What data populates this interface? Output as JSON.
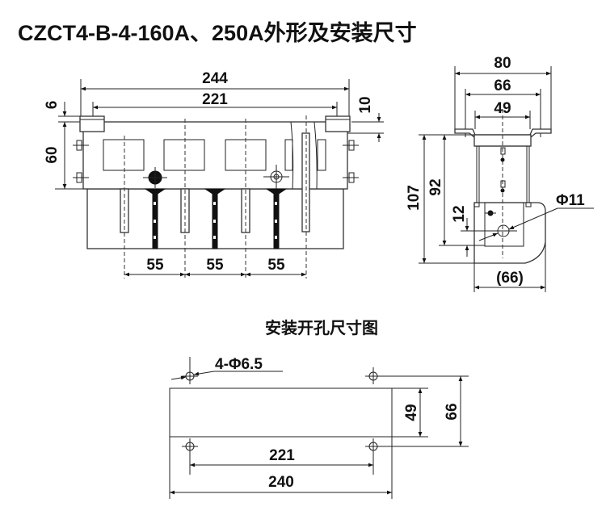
{
  "title": "CZCT4-B-4-160A、250A外形及安装尺寸",
  "front_view": {
    "dim_overall_width": "244",
    "dim_mount_spacing": "221",
    "dim_bracket_thickness": "6",
    "dim_body_height": "60",
    "dim_right_offset": "10",
    "dim_pitch": [
      "55",
      "55",
      "55"
    ]
  },
  "side_view": {
    "dim_flange_width": "80",
    "dim_hole_spacing": "66",
    "dim_body_width": "49",
    "dim_total_height": "107",
    "dim_hole_height": "92",
    "dim_hole_offset": "12",
    "dim_hole_diameter": "Φ11",
    "dim_base_width": "(66)"
  },
  "cutout": {
    "title": "安装开孔尺寸图",
    "dim_holes": "4-Φ6.5",
    "dim_inner_height": "49",
    "dim_outer_height": "66",
    "dim_hole_spacing": "221",
    "dim_width": "240"
  }
}
